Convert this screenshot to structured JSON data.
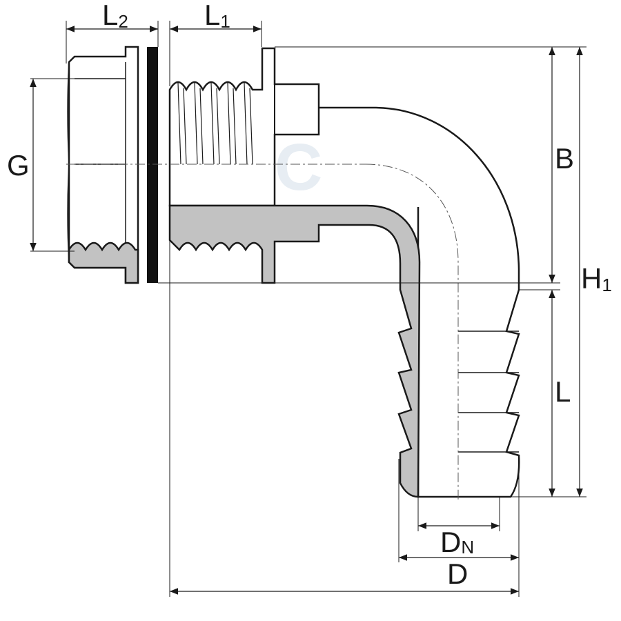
{
  "watermark": "НТС",
  "labels": {
    "l2": {
      "main": "L",
      "sub": "2"
    },
    "l1": {
      "main": "L",
      "sub": "1"
    },
    "g": {
      "main": "G"
    },
    "b": {
      "main": "B"
    },
    "h1": {
      "main": "H",
      "sub": "1"
    },
    "l": {
      "main": "L"
    },
    "dn": {
      "main": "D",
      "sub": "N"
    },
    "d": {
      "main": "D"
    }
  },
  "colors": {
    "line": "#1a1a1a",
    "section_fill": "#c2c2c2",
    "gasket": "#111111",
    "center": "#555555"
  }
}
